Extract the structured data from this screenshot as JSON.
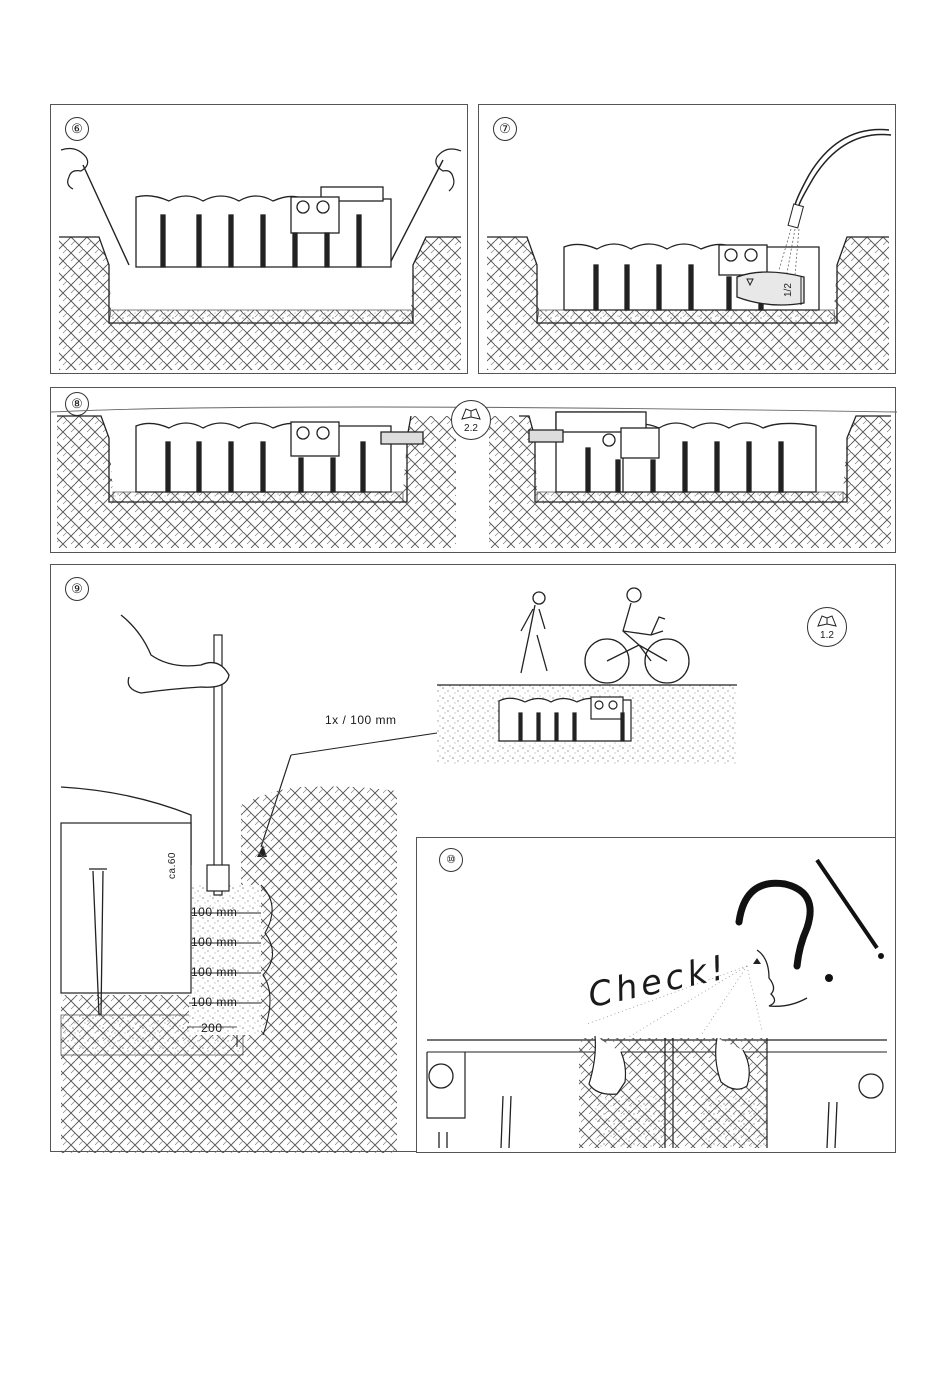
{
  "steps": [
    {
      "number": "⑥"
    },
    {
      "number": "⑦",
      "dimension": "1/2"
    },
    {
      "number": "⑧",
      "reference": "2.2"
    },
    {
      "number": "⑨",
      "reference": "1.2",
      "layer_note": "1x / 100 mm",
      "depth_label": "ca.60",
      "layers": [
        "100 mm",
        "100 mm",
        "100 mm",
        "100 mm"
      ],
      "base_width": "200"
    },
    {
      "number": "⑩",
      "exclaim": "Check!"
    }
  ],
  "colors": {
    "line": "#222222",
    "soil": "#555555",
    "gravel": "#9a9a9a",
    "border": "#555555"
  },
  "icons": [
    "manual-book-icon",
    "hand-icon",
    "water-hose-icon",
    "tamper-rod-icon",
    "pedestrian-icon",
    "cyclist-icon",
    "eye-icon",
    "question-mark-icon"
  ]
}
